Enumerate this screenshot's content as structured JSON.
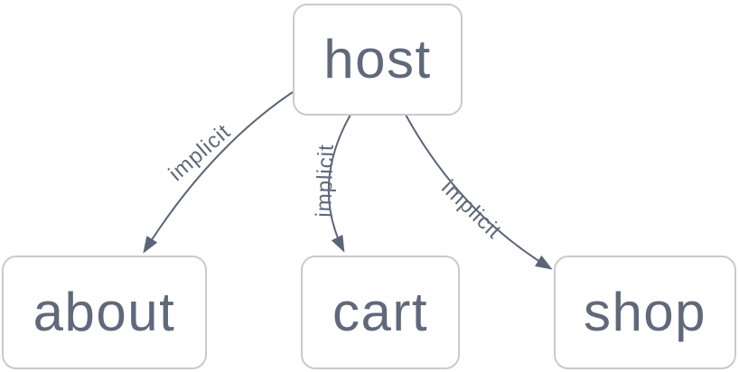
{
  "diagram": {
    "type": "graph",
    "colors": {
      "bg": "#ffffff",
      "node-border": "#c9cacc",
      "node-fill": "#ffffff",
      "text": "#60697a",
      "edge": "#5b6577"
    },
    "nodes": [
      {
        "id": "host",
        "label": "host"
      },
      {
        "id": "about",
        "label": "about"
      },
      {
        "id": "cart",
        "label": "cart"
      },
      {
        "id": "shop",
        "label": "shop"
      }
    ],
    "edges": [
      {
        "from": "host",
        "to": "about",
        "label": "implicit"
      },
      {
        "from": "host",
        "to": "cart",
        "label": "implicit"
      },
      {
        "from": "host",
        "to": "shop",
        "label": "implicit"
      }
    ]
  }
}
